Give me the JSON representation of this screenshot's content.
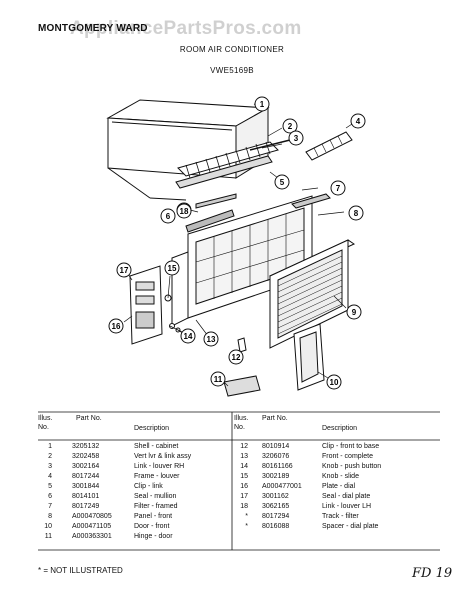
{
  "header": {
    "brand": "MONTGOMERY WARD",
    "watermark": "AppliancePartsPros.com",
    "title": "ROOM AIR CONDITIONER",
    "model": "VWE5169B"
  },
  "callouts": [
    "1",
    "2",
    "3",
    "4",
    "5",
    "6",
    "7",
    "8",
    "9",
    "10",
    "11",
    "12",
    "13",
    "14",
    "15",
    "16",
    "17",
    "18"
  ],
  "table": {
    "headers": {
      "illus_no": "Illus. No.",
      "part_no": "Part No.",
      "description": "Description"
    },
    "left_rows": [
      {
        "no": "1",
        "part": "3205132",
        "desc": "Shell - cabinet"
      },
      {
        "no": "2",
        "part": "3202458",
        "desc": "Vert lvr & link assy"
      },
      {
        "no": "3",
        "part": "3002164",
        "desc": "Link - louver RH"
      },
      {
        "no": "4",
        "part": "8017244",
        "desc": "Frame - louver"
      },
      {
        "no": "5",
        "part": "3001844",
        "desc": "Clip - link"
      },
      {
        "no": "6",
        "part": "8014101",
        "desc": "Seal - mullion"
      },
      {
        "no": "7",
        "part": "8017249",
        "desc": "Filter - framed"
      },
      {
        "no": "8",
        "part": "A000470805",
        "desc": "Panel - front"
      },
      {
        "no": "10",
        "part": "A000471105",
        "desc": "Door - front"
      },
      {
        "no": "11",
        "part": "A000363301",
        "desc": "Hinge - door"
      }
    ],
    "right_rows": [
      {
        "no": "12",
        "part": "8010914",
        "desc": "Clip - front to base"
      },
      {
        "no": "13",
        "part": "3206076",
        "desc": "Front - complete"
      },
      {
        "no": "14",
        "part": "80161166",
        "desc": "Knob - push button"
      },
      {
        "no": "15",
        "part": "3002189",
        "desc": "Knob - slide"
      },
      {
        "no": "16",
        "part": "A000477001",
        "desc": "Plate - dial"
      },
      {
        "no": "17",
        "part": "3001162",
        "desc": "Seal - dial plate"
      },
      {
        "no": "18",
        "part": "3062165",
        "desc": "Link - louver LH"
      },
      {
        "no": "*",
        "part": "8017294",
        "desc": "Track - filter"
      },
      {
        "no": "*",
        "part": "8016088",
        "desc": "Spacer - dial plate"
      }
    ]
  },
  "footnote": "* = NOT ILLUSTRATED",
  "handwritten_note": "FD 19"
}
